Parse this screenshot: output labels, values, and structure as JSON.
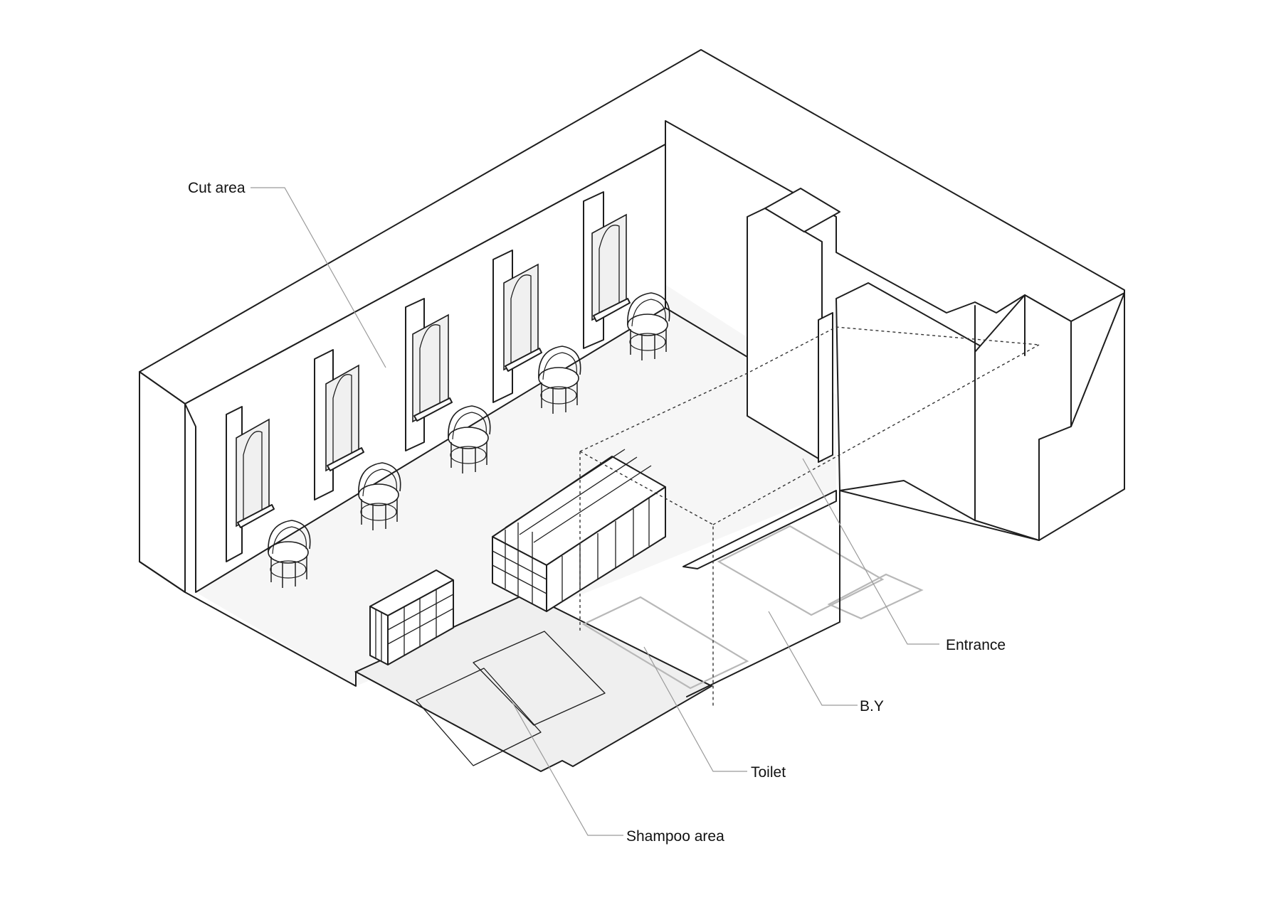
{
  "labels": {
    "cut_area": "Cut area",
    "entrance": "Entrance",
    "by": "B.Y",
    "toilet": "Toilet",
    "shampoo_area": "Shampoo area"
  }
}
